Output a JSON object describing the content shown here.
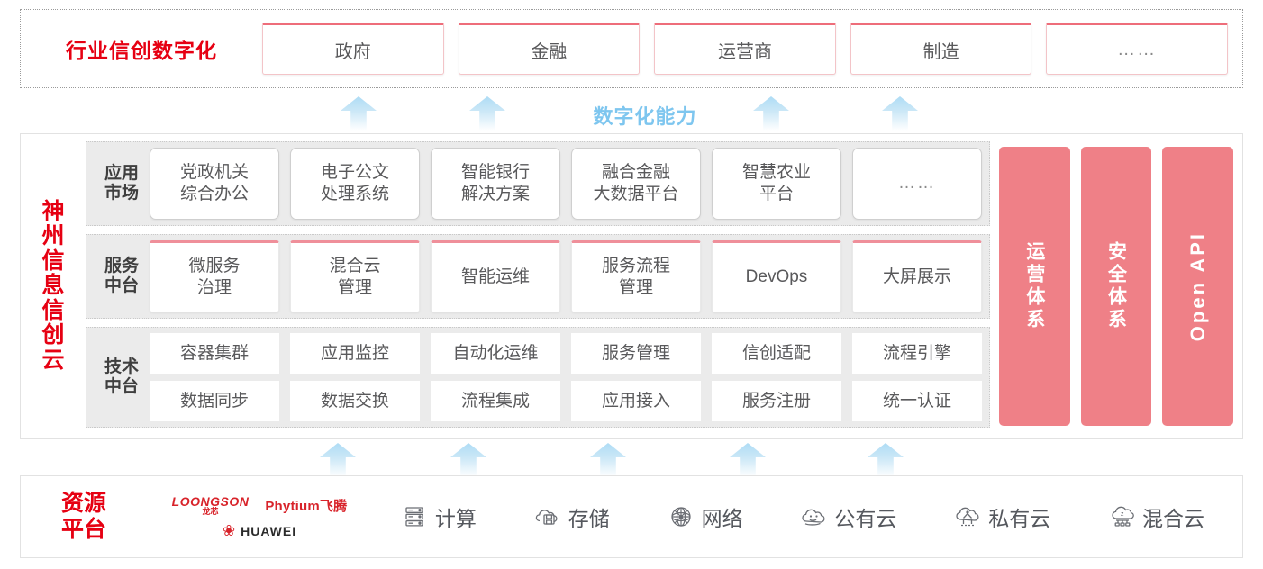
{
  "industry": {
    "title": "行业信创数字化",
    "cards": [
      {
        "label": "政府"
      },
      {
        "label": "金融"
      },
      {
        "label": "运营商"
      },
      {
        "label": "制造"
      },
      {
        "label": "……"
      }
    ]
  },
  "capability": {
    "label": "数字化能力",
    "color": "#7ec6ef",
    "arrow_count_top": 4,
    "arrow_count_bottom": 5
  },
  "cloud": {
    "title": "神州信息信创云",
    "title_chars": [
      "神",
      "州",
      "信",
      "息",
      "信",
      "创",
      "云"
    ],
    "layers": [
      {
        "key": "app-market",
        "label": "应用市场",
        "label_lines": [
          "应用",
          "市场"
        ],
        "cards": [
          {
            "lines": [
              "党政机关",
              "综合办公"
            ]
          },
          {
            "lines": [
              "电子公文",
              "处理系统"
            ]
          },
          {
            "lines": [
              "智能银行",
              "解决方案"
            ]
          },
          {
            "lines": [
              "融合金融",
              "大数据平台"
            ]
          },
          {
            "lines": [
              "智慧农业",
              "平台"
            ]
          },
          {
            "lines": [
              "……"
            ],
            "ellipsis": true
          }
        ]
      },
      {
        "key": "service-platform",
        "label": "服务中台",
        "label_lines": [
          "服务",
          "中台"
        ],
        "cards": [
          {
            "lines": [
              "微服务",
              "治理"
            ]
          },
          {
            "lines": [
              "混合云",
              "管理"
            ]
          },
          {
            "lines": [
              "智能运维"
            ]
          },
          {
            "lines": [
              "服务流程",
              "管理"
            ]
          },
          {
            "lines": [
              "DevOps"
            ]
          },
          {
            "lines": [
              "大屏展示"
            ]
          }
        ]
      },
      {
        "key": "tech-platform",
        "label": "技术中台",
        "label_lines": [
          "技术",
          "中台"
        ],
        "rows": [
          [
            "容器集群",
            "应用监控",
            "自动化运维",
            "服务管理",
            "信创适配",
            "流程引擎"
          ],
          [
            "数据同步",
            "数据交换",
            "流程集成",
            "应用接入",
            "服务注册",
            "统一认证"
          ]
        ]
      }
    ],
    "pillars": [
      {
        "label": "运营体系",
        "latin": false
      },
      {
        "label": "安全体系",
        "latin": false
      },
      {
        "label": "Open API",
        "latin": true
      }
    ],
    "pillar_color": "#ef8087"
  },
  "resource": {
    "title": "资源平台",
    "title_lines": [
      "资源",
      "平台"
    ],
    "vendors": [
      {
        "name": "LOONGSON",
        "cn": "龙芯",
        "icon": "loongson-logo"
      },
      {
        "name": "Phytium飞腾",
        "icon": "phytium-logo"
      },
      {
        "name": "HUAWEI",
        "icon": "huawei-logo"
      }
    ],
    "items": [
      {
        "label": "计算",
        "icon": "server-icon"
      },
      {
        "label": "存储",
        "icon": "cloud-storage-icon"
      },
      {
        "label": "网络",
        "icon": "network-icon"
      },
      {
        "label": "公有云",
        "icon": "public-cloud-icon"
      },
      {
        "label": "私有云",
        "icon": "private-cloud-icon"
      },
      {
        "label": "混合云",
        "icon": "hybrid-cloud-icon"
      }
    ]
  },
  "colors": {
    "brand_red": "#e60012",
    "pink": "#ef8087",
    "card_pink_border": "#ee6d7a",
    "arrow_blue": "#aedcf5",
    "band_gray": "#ebebeb"
  }
}
